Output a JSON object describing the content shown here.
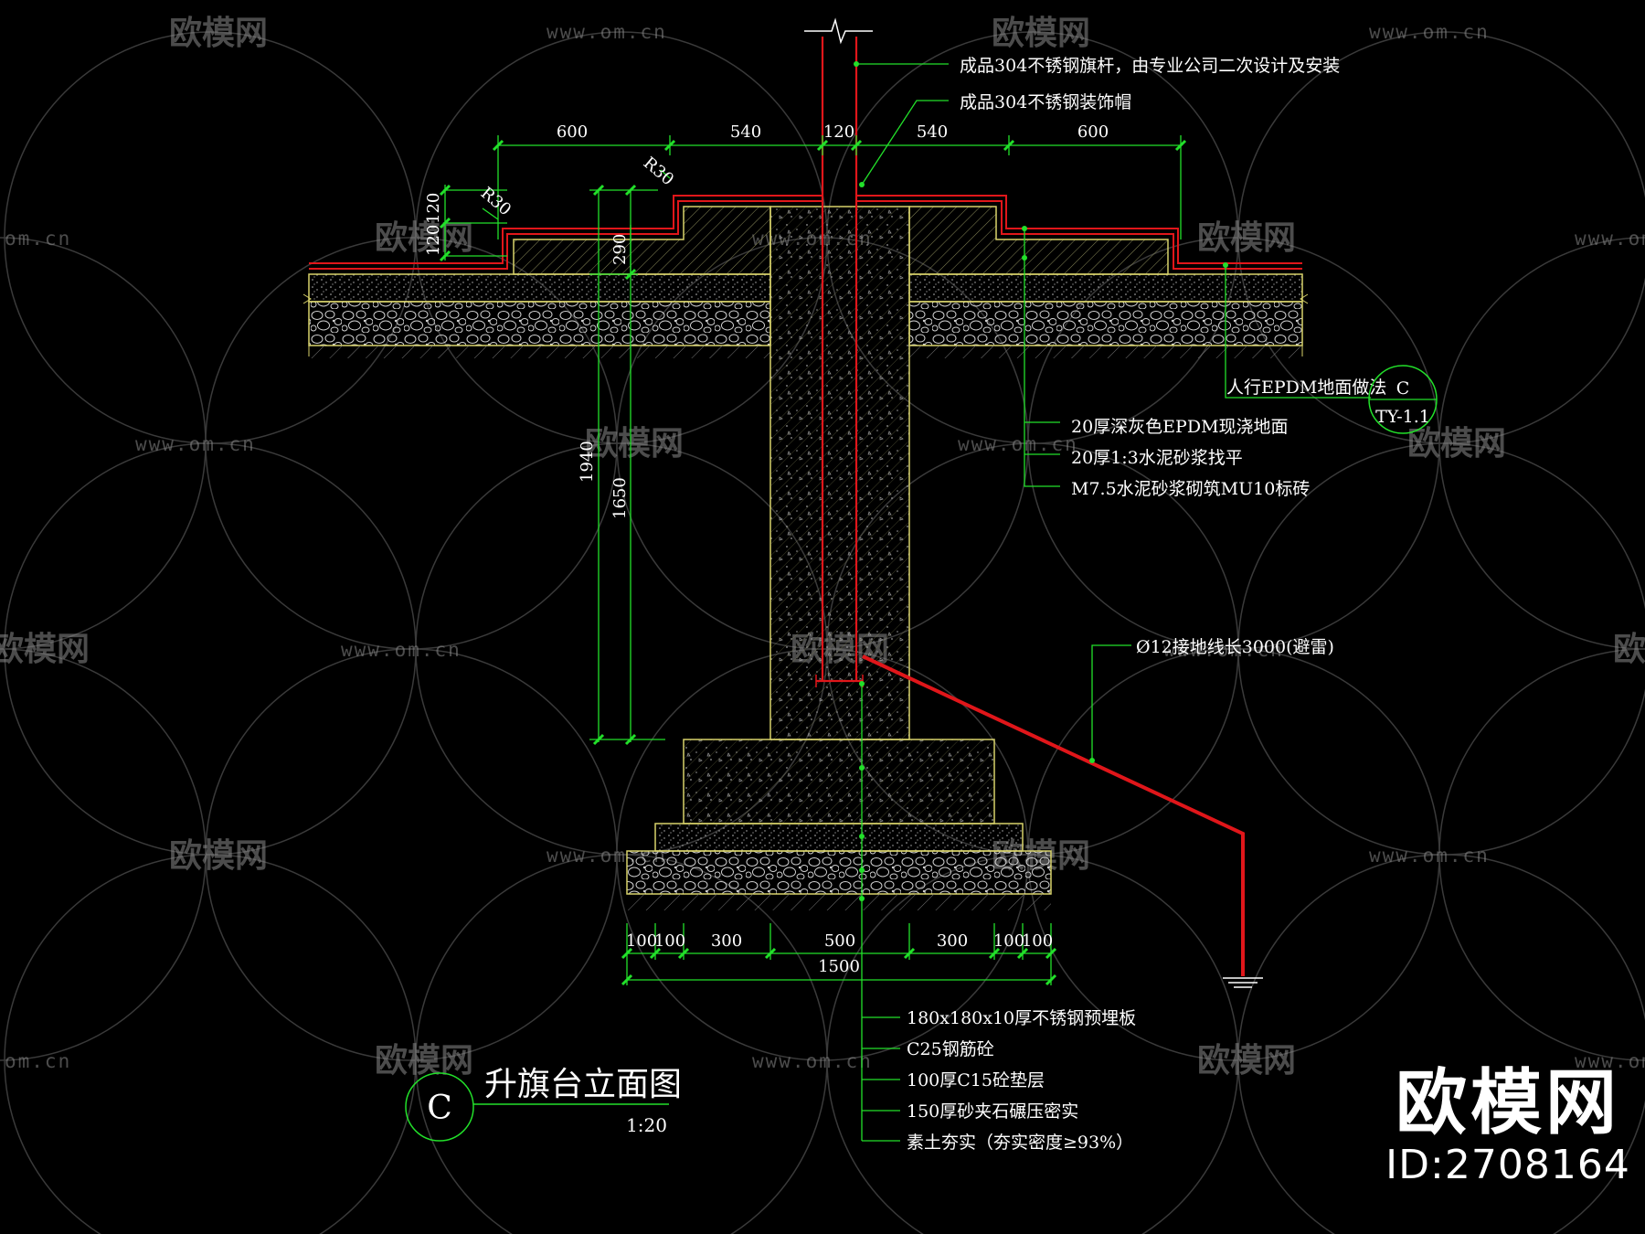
{
  "watermark": {
    "name": "欧模网",
    "url": "www.om.cn",
    "url_short": "om.cn"
  },
  "brand": {
    "name": "欧模网",
    "id": "ID:2708164"
  },
  "title": {
    "tag": "C",
    "text": "升旗台立面图",
    "scale": "1:20"
  },
  "dimensions": {
    "top": [
      "600",
      "540",
      "120",
      "540",
      "600"
    ],
    "radius_a": "R30",
    "radius_b": "R30",
    "step_a": "120",
    "step_b": "120",
    "depth": "290",
    "height_total": "1940",
    "height_inner": "1650",
    "bottom": [
      "100",
      "100",
      "300",
      "500",
      "300",
      "100",
      "100"
    ],
    "bottom_total": "1500"
  },
  "notes_top": [
    "成品304不锈钢旗杆，由专业公司二次设计及安装",
    "成品304不锈钢装饰帽"
  ],
  "notes_right": [
    "20厚深灰色EPDM现浇地面",
    "20厚1:3水泥砂浆找平",
    "M7.5水泥砂浆砌筑MU10标砖"
  ],
  "reference": {
    "label": "人行EPDM地面做法",
    "tag": "C",
    "sheet": "TY-1.1"
  },
  "grounding_note": "Ø12接地线长3000(避雷)",
  "notes_bottom": [
    "180x180x10厚不锈钢预埋板",
    "C25钢筋砼",
    "100厚C15砼垫层",
    "150厚砂夹石碾压密实",
    "素土夯实（夯实密度≥93%）"
  ],
  "colors": {
    "background": "#000000",
    "outline": "#d8d26a",
    "dimension": "#22e02a",
    "pole": "#e0161a",
    "text": "#ffffff",
    "watermark": "#8a8a8a"
  }
}
